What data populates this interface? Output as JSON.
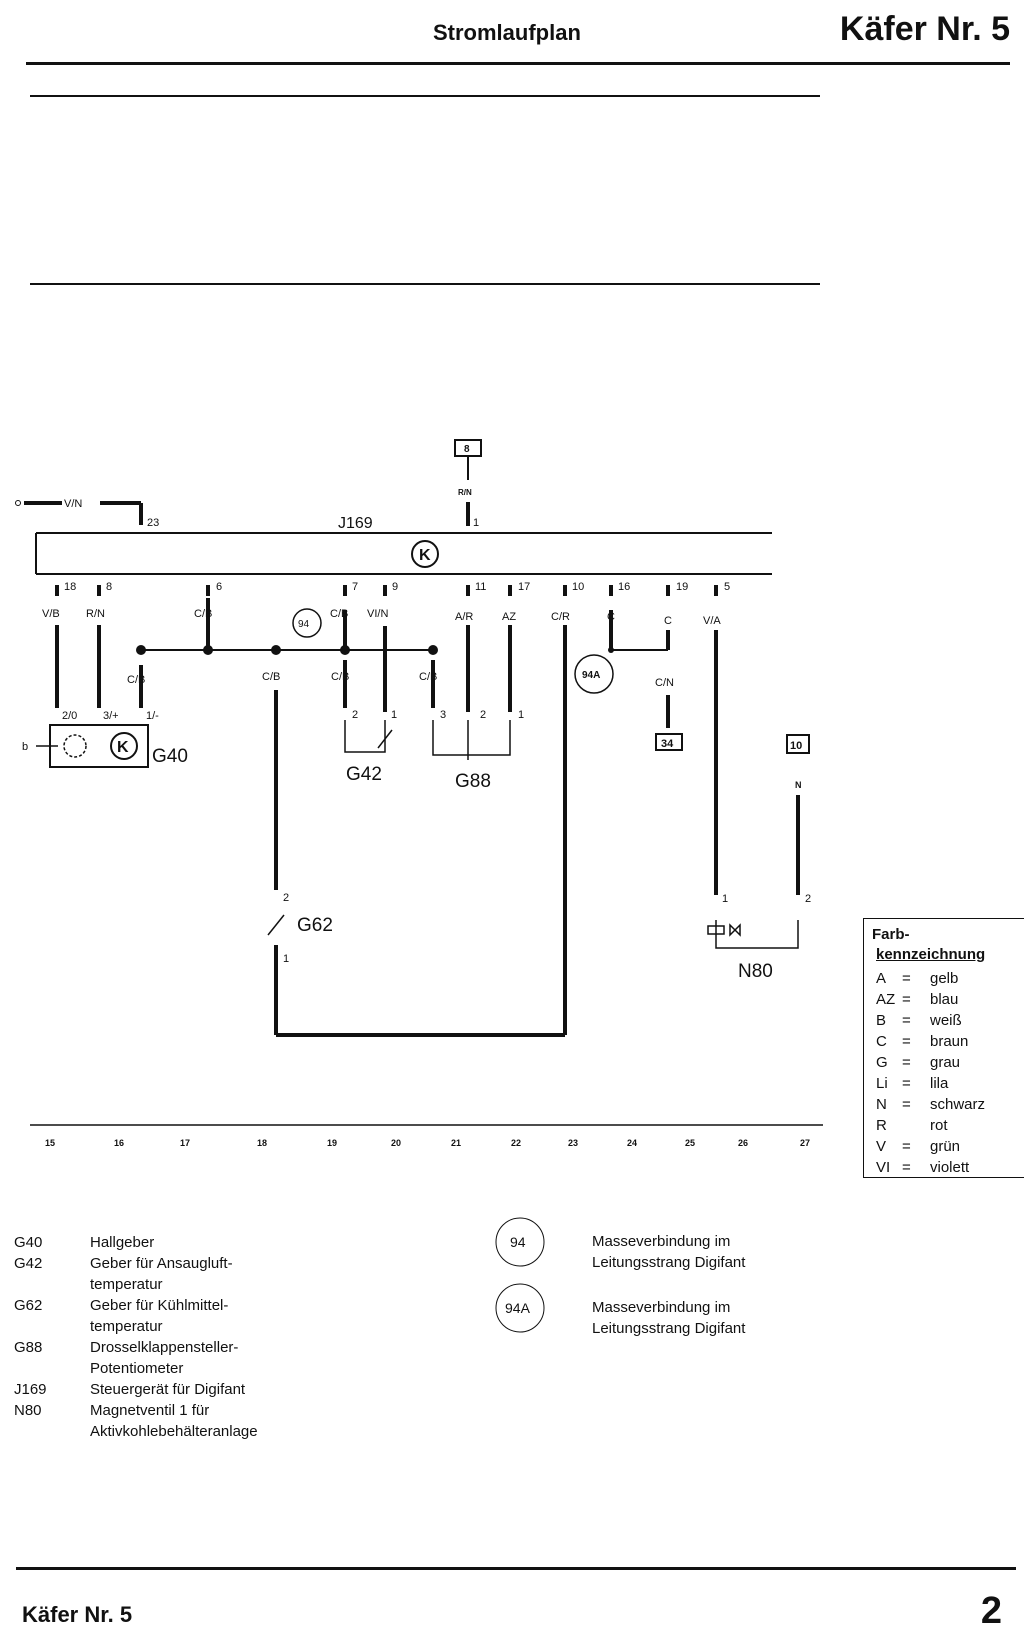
{
  "header": {
    "title": "Stromlaufplan",
    "brand": "Käfer Nr. 5"
  },
  "footer": {
    "brand": "Käfer Nr. 5",
    "page": "2"
  },
  "diagram": {
    "control_unit": "J169",
    "pins_top": {
      "p23": "23",
      "p1": "1"
    },
    "pins_bottom": [
      "18",
      "8",
      "6",
      "7",
      "9",
      "11",
      "17",
      "10",
      "16",
      "19",
      "5"
    ],
    "wire_labels": {
      "vn": "V/N",
      "rn_top": "R/N",
      "vb": "V/B",
      "rn": "R/N",
      "cb": "C/B",
      "vin": "VI/N",
      "ar": "A/R",
      "az": "AZ",
      "cr": "C/R",
      "c": "C",
      "c2": "C",
      "va": "V/A",
      "cn": "C/N",
      "n": "N"
    },
    "boxes": {
      "b8": "8",
      "b34": "34",
      "b10": "10"
    },
    "grounds": {
      "g94": "94",
      "g94a": "94A"
    },
    "components": {
      "G40": "G40",
      "G42": "G42",
      "G62": "G62",
      "G88": "G88",
      "N80": "N80"
    },
    "g40_pins": [
      "2/0",
      "3/+",
      "1/-"
    ],
    "g40_b": "b",
    "g88_pins": [
      "3",
      "2",
      "1"
    ],
    "g42_pins": [
      "2",
      "1"
    ],
    "g62_pins": [
      "2",
      "1"
    ],
    "n80_pins": [
      "1",
      "2"
    ],
    "track_numbers": [
      "15",
      "16",
      "17",
      "18",
      "19",
      "20",
      "21",
      "22",
      "23",
      "24",
      "25",
      "26",
      "27"
    ]
  },
  "color_key": {
    "title_line1": "Farb-",
    "title_line2": "kennzeichnung",
    "rows": [
      {
        "code": "A",
        "eq": "=",
        "name": "gelb"
      },
      {
        "code": "AZ",
        "eq": "=",
        "name": "blau"
      },
      {
        "code": "B",
        "eq": "=",
        "name": "weiß"
      },
      {
        "code": "C",
        "eq": "=",
        "name": "braun"
      },
      {
        "code": "G",
        "eq": "=",
        "name": "grau"
      },
      {
        "code": "Li",
        "eq": "=",
        "name": "lila"
      },
      {
        "code": "N",
        "eq": "=",
        "name": "schwarz"
      },
      {
        "code": "R",
        "eq": "",
        "name": "rot"
      },
      {
        "code": "V",
        "eq": "=",
        "name": "grün"
      },
      {
        "code": "VI",
        "eq": "=",
        "name": "violett"
      }
    ]
  },
  "legend": [
    {
      "code": "G40",
      "lines": [
        "Hallgeber"
      ]
    },
    {
      "code": "G42",
      "lines": [
        "Geber für Ansaugluft-",
        "temperatur"
      ]
    },
    {
      "code": "G62",
      "lines": [
        "Geber für Kühlmittel-",
        "temperatur"
      ]
    },
    {
      "code": "G88",
      "lines": [
        "Drosselklappensteller-",
        "Potentiometer"
      ]
    },
    {
      "code": "J169",
      "lines": [
        "Steuergerät für Digifant"
      ]
    },
    {
      "code": "N80",
      "lines": [
        "Magnetventil 1 für",
        "Aktivkohlebehälteranlage"
      ]
    }
  ],
  "ground_legend": [
    {
      "id": "94",
      "lines": [
        "Masseverbindung im",
        "Leitungsstrang Digifant"
      ]
    },
    {
      "id": "94A",
      "lines": [
        "Masseverbindung im",
        "Leitungsstrang Digifant"
      ]
    }
  ]
}
